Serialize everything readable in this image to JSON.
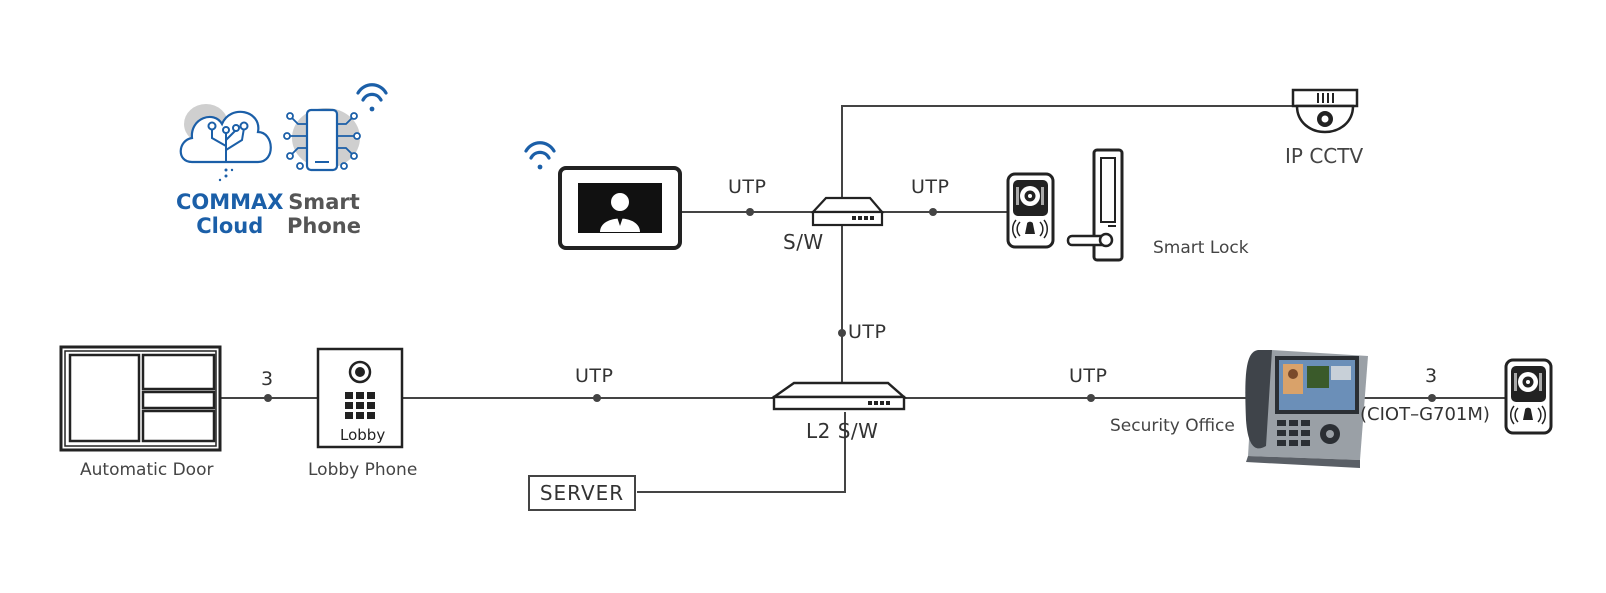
{
  "brand": {
    "cloud_line1": "COMMAX",
    "cloud_line2": "Cloud",
    "phone_line1": "Smart",
    "phone_line2": "Phone"
  },
  "devices": {
    "automatic_door": "Automatic Door",
    "lobby_phone": "Lobby Phone",
    "lobby_text": "Lobby",
    "server": "SERVER",
    "smart_lock": "Smart Lock",
    "ip_cctv": "IP CCTV",
    "security_office": "Security Office",
    "guard_model": "(CIOT–G701M)"
  },
  "connections": {
    "utp": "UTP",
    "door_wires": "3",
    "guard_wires": "3"
  },
  "switches": {
    "home_switch": "S/W",
    "l2_switch": "L2 S/W"
  },
  "colors": {
    "line": "#444444",
    "brand_blue": "#1b5fa8",
    "wifi_blue": "#1b5fa8",
    "cloud_gray": "#c9c9c9"
  },
  "icons": [
    "cloud-circuit-icon",
    "smartphone-icon",
    "wifi-icon",
    "video-monitor-icon",
    "network-switch-icon",
    "door-camera-icon",
    "smart-lock-icon",
    "dome-camera-icon",
    "automatic-door-icon",
    "lobby-phone-icon",
    "guard-phone-icon"
  ]
}
